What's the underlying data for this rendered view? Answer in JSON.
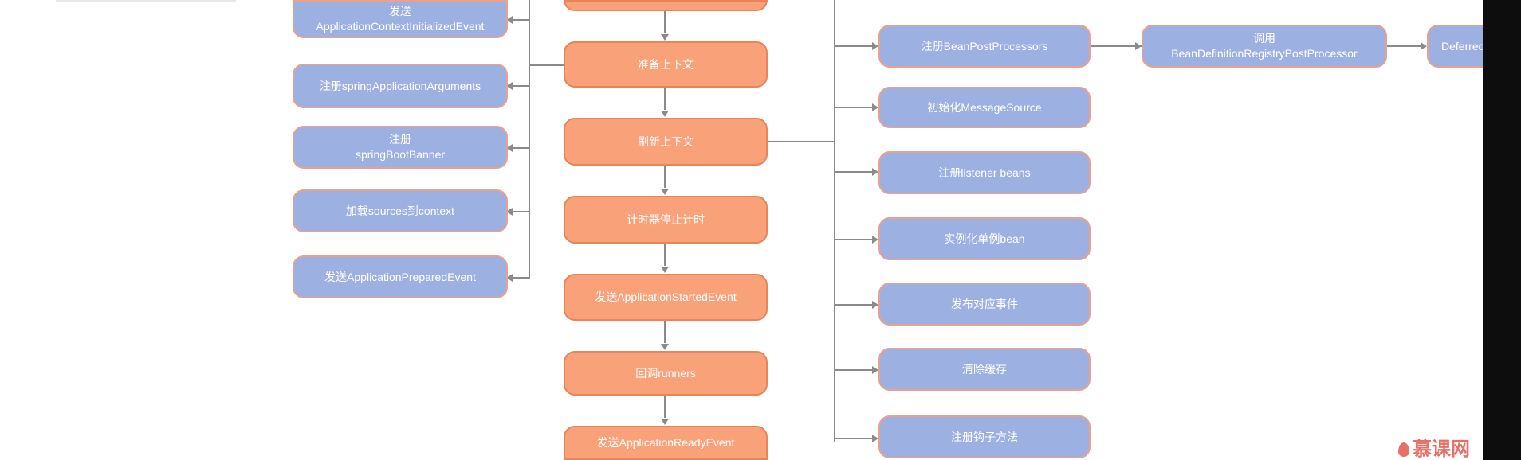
{
  "diagram": {
    "left_column": [
      {
        "id": "send-context-initialized",
        "lines": [
          "发送",
          "ApplicationContextInitializedEvent"
        ]
      },
      {
        "id": "register-args",
        "lines": [
          "注册springApplicationArguments"
        ]
      },
      {
        "id": "register-banner",
        "lines": [
          "注册",
          "springBootBanner"
        ]
      },
      {
        "id": "load-sources",
        "lines": [
          "加载sources到context"
        ]
      },
      {
        "id": "send-prepared",
        "lines": [
          "发送ApplicationPreparedEvent"
        ]
      }
    ],
    "main_column": [
      {
        "id": "main-top",
        "lines": [
          ""
        ]
      },
      {
        "id": "prepare-context",
        "lines": [
          "准备上下文"
        ]
      },
      {
        "id": "refresh-context",
        "lines": [
          "刷新上下文"
        ]
      },
      {
        "id": "stop-timer",
        "lines": [
          "计时器停止计时"
        ]
      },
      {
        "id": "send-started",
        "lines": [
          "发送ApplicationStartedEvent"
        ]
      },
      {
        "id": "call-runners",
        "lines": [
          "回调runners"
        ]
      },
      {
        "id": "send-ready",
        "lines": [
          "发送ApplicationReadyEvent"
        ]
      }
    ],
    "right_column": [
      {
        "id": "register-bpp",
        "lines": [
          "注册BeanPostProcessors"
        ]
      },
      {
        "id": "init-message-source",
        "lines": [
          "初始化MessageSource"
        ]
      },
      {
        "id": "register-listener-beans",
        "lines": [
          "注册listener beans"
        ]
      },
      {
        "id": "instantiate-singletons",
        "lines": [
          "实例化单例bean"
        ]
      },
      {
        "id": "publish-events",
        "lines": [
          "发布对应事件"
        ]
      },
      {
        "id": "clear-cache",
        "lines": [
          "清除缓存"
        ]
      },
      {
        "id": "register-hooks",
        "lines": [
          "注册钩子方法"
        ]
      }
    ],
    "chain": [
      {
        "id": "invoke-registry-pp",
        "lines": [
          "调用",
          "BeanDefinitionRegistryPostProcessor"
        ]
      },
      {
        "id": "deferred",
        "lines": [
          "Deferred"
        ]
      }
    ]
  },
  "watermark": {
    "text": "慕课网"
  },
  "colors": {
    "blue_node": "#9db0e2",
    "orange_node": "#f9a27a",
    "connector": "#8a8a8a",
    "watermark": "#e2574c"
  }
}
